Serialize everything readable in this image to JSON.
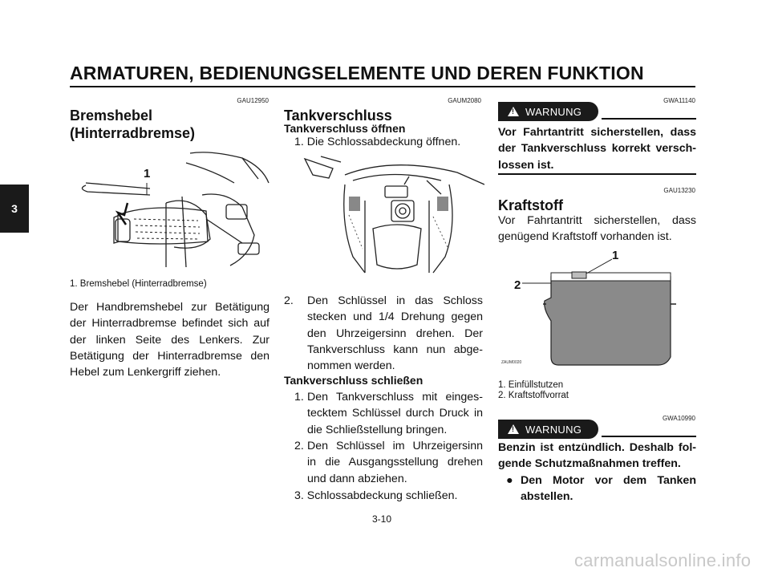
{
  "header": {
    "title": "ARMATUREN, BEDIENUNGSELEMENTE UND DEREN FUNKTION",
    "chapter": "3"
  },
  "col1": {
    "code": "GAU12950",
    "title_line1": "Bremshebel",
    "title_line2": "(Hinterradbremse)",
    "figure_callout": "1",
    "caption": "1. Bremshebel (Hinterradbremse)",
    "para": [
      "Der Handbremshebel zur Betätigung",
      "der Hinterradbremse befindet sich auf",
      "der linken Seite des Lenkers. Zur",
      "Betätigung der Hinterradbremse den",
      "Hebel zum Lenkergriff ziehen."
    ]
  },
  "col2": {
    "code": "GAUM2080",
    "title": "Tankverschluss",
    "open_heading": "Tankverschluss öffnen",
    "open_step1": "1. Die Schlossabdeckung öffnen.",
    "open_step2_num": "2.",
    "open_step2": [
      "Den Schlüssel in das Schloss",
      "stecken und 1/4 Drehung gegen",
      "den Uhrzeigersinn drehen. Der",
      "Tankverschluss kann nun abge-",
      "nommen werden."
    ],
    "close_heading": "Tankverschluss schließen",
    "close_step1_num": "1.",
    "close_step1": [
      "Den Tankverschluss mit einges-",
      "tecktem Schlüssel durch Druck in",
      "die Schließstellung bringen."
    ],
    "close_step2_num": "2.",
    "close_step2": [
      "Den Schlüssel im Uhrzeigersinn",
      "in die Ausgangsstellung drehen",
      "und dann abziehen."
    ],
    "close_step3": "3. Schlossabdeckung schließen."
  },
  "col3": {
    "warn1_code": "GWA11140",
    "warning_label": "WARNUNG",
    "warn1_text": [
      "Vor Fahrtantritt sicherstellen, dass",
      "der Tankverschluss korrekt versch-",
      "lossen ist."
    ],
    "fuel_code": "GAU13230",
    "fuel_title": "Kraftstoff",
    "fuel_para": [
      "Vor Fahrtantritt sicherstellen, dass",
      "genügend Kraftstoff vorhanden ist."
    ],
    "figure_label1": "1",
    "figure_label2": "2",
    "figure_code": "ZAUM0020",
    "caption1": "1. Einfüllstutzen",
    "caption2": "2. Kraftstoffvorrat",
    "warn2_code": "GWA10990",
    "warn2_text": [
      "Benzin ist entzündlich. Deshalb fol-",
      "gende Schutzmaßnahmen treffen."
    ],
    "bullet": "●",
    "bullet_text": [
      "Den Motor vor dem Tanken",
      "abstellen."
    ]
  },
  "footer": {
    "page_number": "3-10",
    "watermark": "carmanualsonline.info"
  }
}
